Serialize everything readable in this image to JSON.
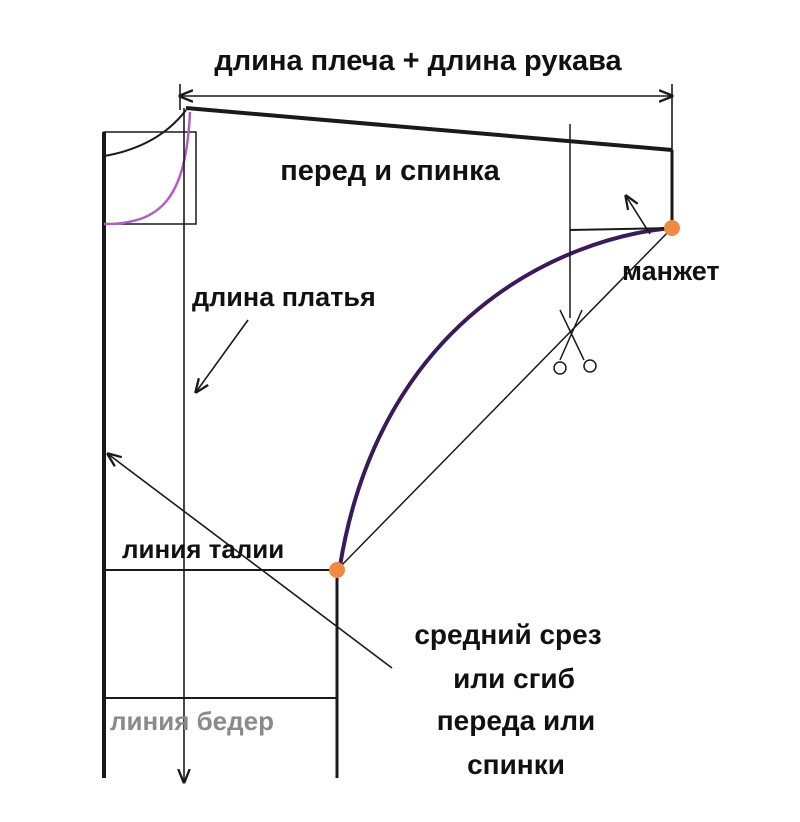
{
  "labels": {
    "shoulder_sleeve": "длина плеча + длина рукава",
    "front_back": "перед и спинка",
    "cuff": "манжет",
    "dress_length": "длина платья",
    "waist_line": "линия талии",
    "hip_line": "линия бедер",
    "center_cut": [
      "средний срез",
      "или сгиб",
      "переда или",
      "спинки"
    ]
  },
  "icons": {
    "scissors": "scissors-icon"
  },
  "colors": {
    "line": "#1a1a1a",
    "curve_purple": "#3a1a5a",
    "neck_purple": "#b060c0",
    "point_orange": "#f08a40",
    "hip_grey": "#8a8a8a"
  }
}
